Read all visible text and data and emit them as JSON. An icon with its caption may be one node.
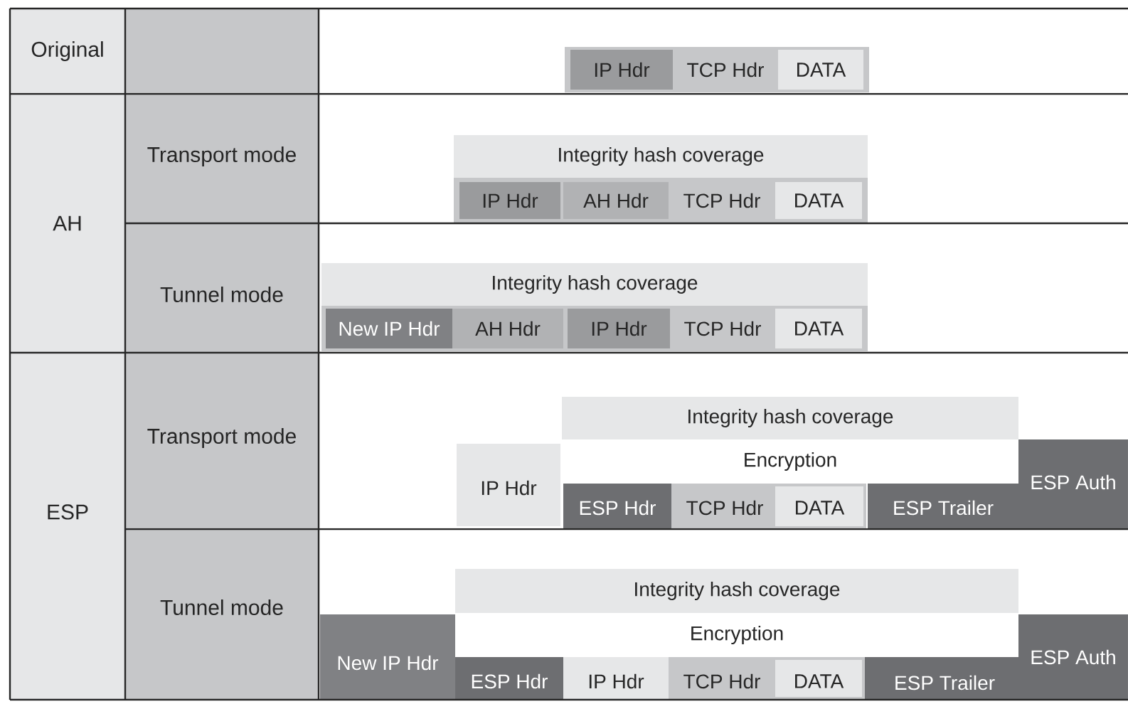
{
  "diagram": {
    "nodes": [
      {
        "text": [
          "Original"
        ]
      },
      {
        "text": [
          "IP Hdr"
        ]
      },
      {
        "text": [
          "TCP Hdr"
        ]
      },
      {
        "text": [
          "DATA"
        ]
      },
      {
        "text": [
          "AH"
        ]
      },
      {
        "text": [
          "Transport mode"
        ]
      },
      {
        "text": [
          "Integrity hash coverage"
        ]
      },
      {
        "text": [
          "IP Hdr"
        ]
      },
      {
        "text": [
          "AH Hdr"
        ]
      },
      {
        "text": [
          "TCP Hdr"
        ]
      },
      {
        "text": [
          "DATA"
        ]
      },
      {
        "text": [
          "Tunnel mode"
        ]
      },
      {
        "text": [
          "Integrity hash coverage"
        ]
      },
      {
        "text": [
          "New IP Hdr"
        ]
      },
      {
        "text": [
          "AH Hdr"
        ]
      },
      {
        "text": [
          "IP Hdr"
        ]
      },
      {
        "text": [
          "TCP Hdr"
        ]
      },
      {
        "text": [
          "DATA"
        ]
      },
      {
        "text": [
          "ESP"
        ]
      },
      {
        "text": [
          "Transport mode"
        ]
      },
      {
        "text": [
          "Integrity hash coverage"
        ]
      },
      {
        "text": [
          "Encryption"
        ]
      },
      {
        "text": [
          "IP Hdr"
        ]
      },
      {
        "text": [
          "ESP Hdr"
        ]
      },
      {
        "text": [
          "TCP Hdr"
        ]
      },
      {
        "text": [
          "DATA"
        ]
      },
      {
        "text": [
          "ESP Trailer"
        ]
      },
      {
        "text": [
          "ESP Auth"
        ]
      },
      {
        "text": [
          "Tunnel mode"
        ]
      },
      {
        "text": [
          "Integrity hash coverage"
        ]
      },
      {
        "text": [
          "Encryption"
        ]
      },
      {
        "text": [
          "New IP Hdr"
        ]
      },
      {
        "text": [
          "ESP Hdr"
        ]
      },
      {
        "text": [
          "IP Hdr"
        ]
      },
      {
        "text": [
          "TCP Hdr"
        ]
      },
      {
        "text": [
          "DATA"
        ]
      },
      {
        "text": [
          "ESP Trailer"
        ]
      },
      {
        "text": [
          "ESP Auth"
        ]
      }
    ]
  }
}
